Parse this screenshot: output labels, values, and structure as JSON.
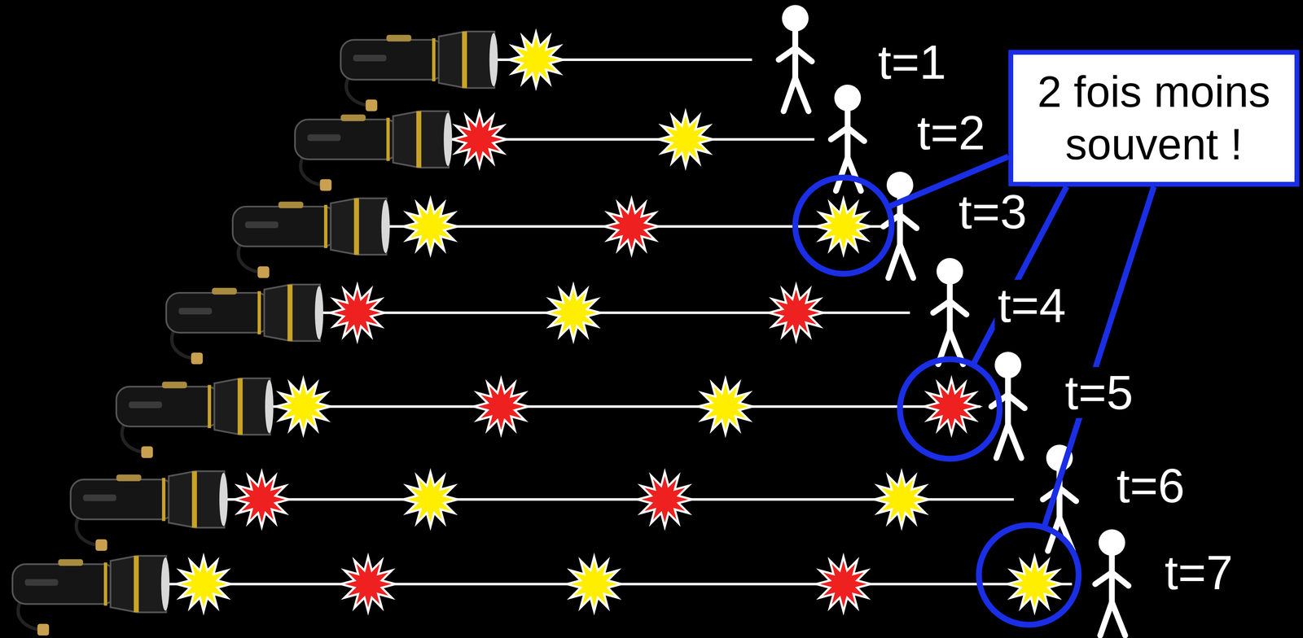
{
  "diagram": {
    "nodes": [
      {
        "text": [
          "2 fois moins souvent !"
        ]
      }
    ],
    "labels": [
      "t=1",
      "t=2",
      "t=3",
      "t=4",
      "t=5",
      "t=6",
      "t=7"
    ]
  }
}
